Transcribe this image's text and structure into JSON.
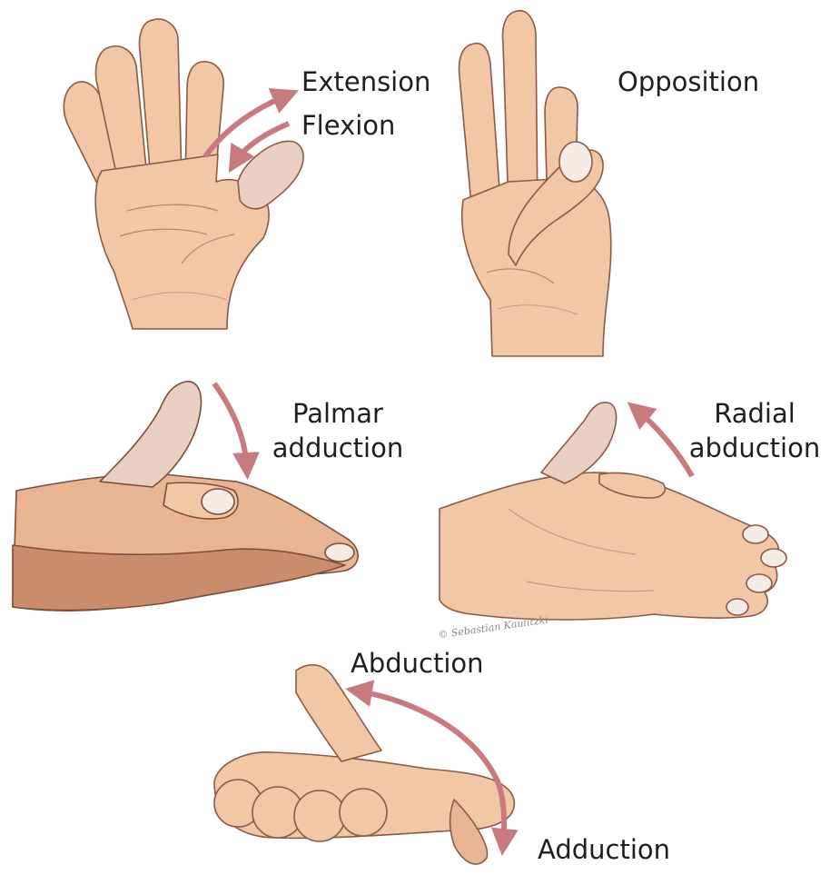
{
  "labels": {
    "extension": "Extension",
    "flexion": "Flexion",
    "opposition": "Opposition",
    "palmar_line1": "Palmar",
    "palmar_line2": "adduction",
    "radial_line1": "Radial",
    "radial_line2": "abduction",
    "abduction": "Abduction",
    "adduction": "Adduction"
  },
  "signature": "© Sebastian Kaulitzki",
  "colors": {
    "skin": "#f1c7a6",
    "skin_shadow": "#dea283",
    "skin_dark": "#c98d6c",
    "thumb": "#eacfc3",
    "nail": "#f4ece6",
    "arrow": "#c97a7e",
    "text": "#1f1f1f"
  },
  "icons": [
    "palm-hand",
    "opposition-hand",
    "side-hand",
    "back-hand",
    "fist-hand",
    "curved-arrow"
  ]
}
